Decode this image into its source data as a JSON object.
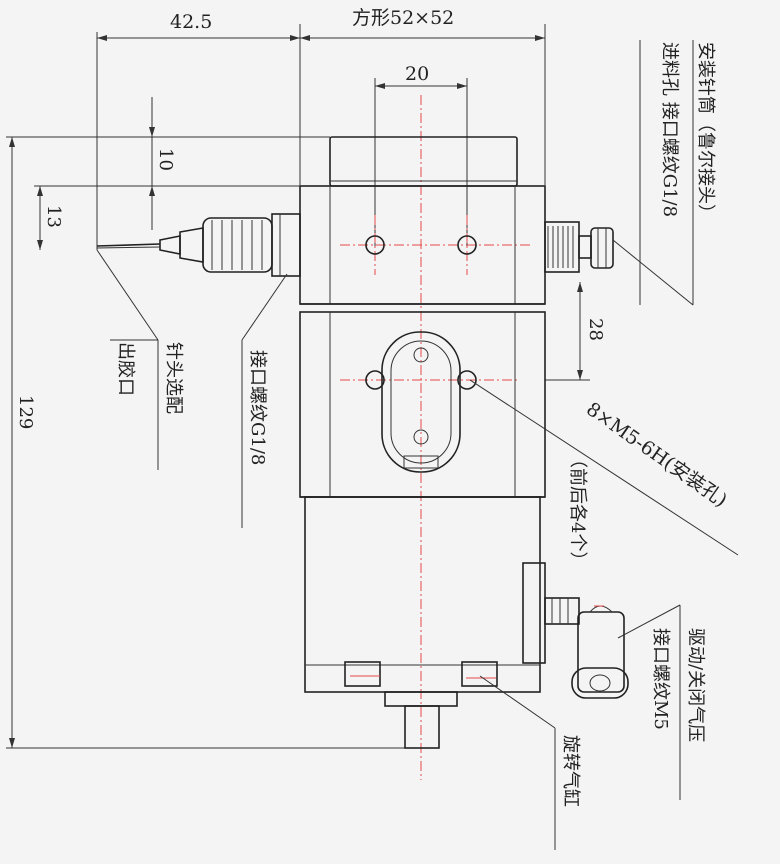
{
  "dimensions": {
    "d42_5": "42.5",
    "square": "方形52×52",
    "d20": "20",
    "d10": "10",
    "d13": "13",
    "d129": "129",
    "d28": "28"
  },
  "labels": {
    "install_syringe": "安装针筒（鲁尔接头）",
    "feed_hole": "进料孔 接口螺纹G1/8",
    "needle_optional": "针头选配",
    "glue_outlet": "出胶口",
    "port_thread_left": "接口螺纹G1/8",
    "mount_holes": "8×M5-6H(安装孔)",
    "front_back_four": "（前后各4个）",
    "drive_close_air": "驱动/关闭气压",
    "port_thread_m5": "接口螺纹M5",
    "rotary_cylinder": "旋转气缸"
  }
}
